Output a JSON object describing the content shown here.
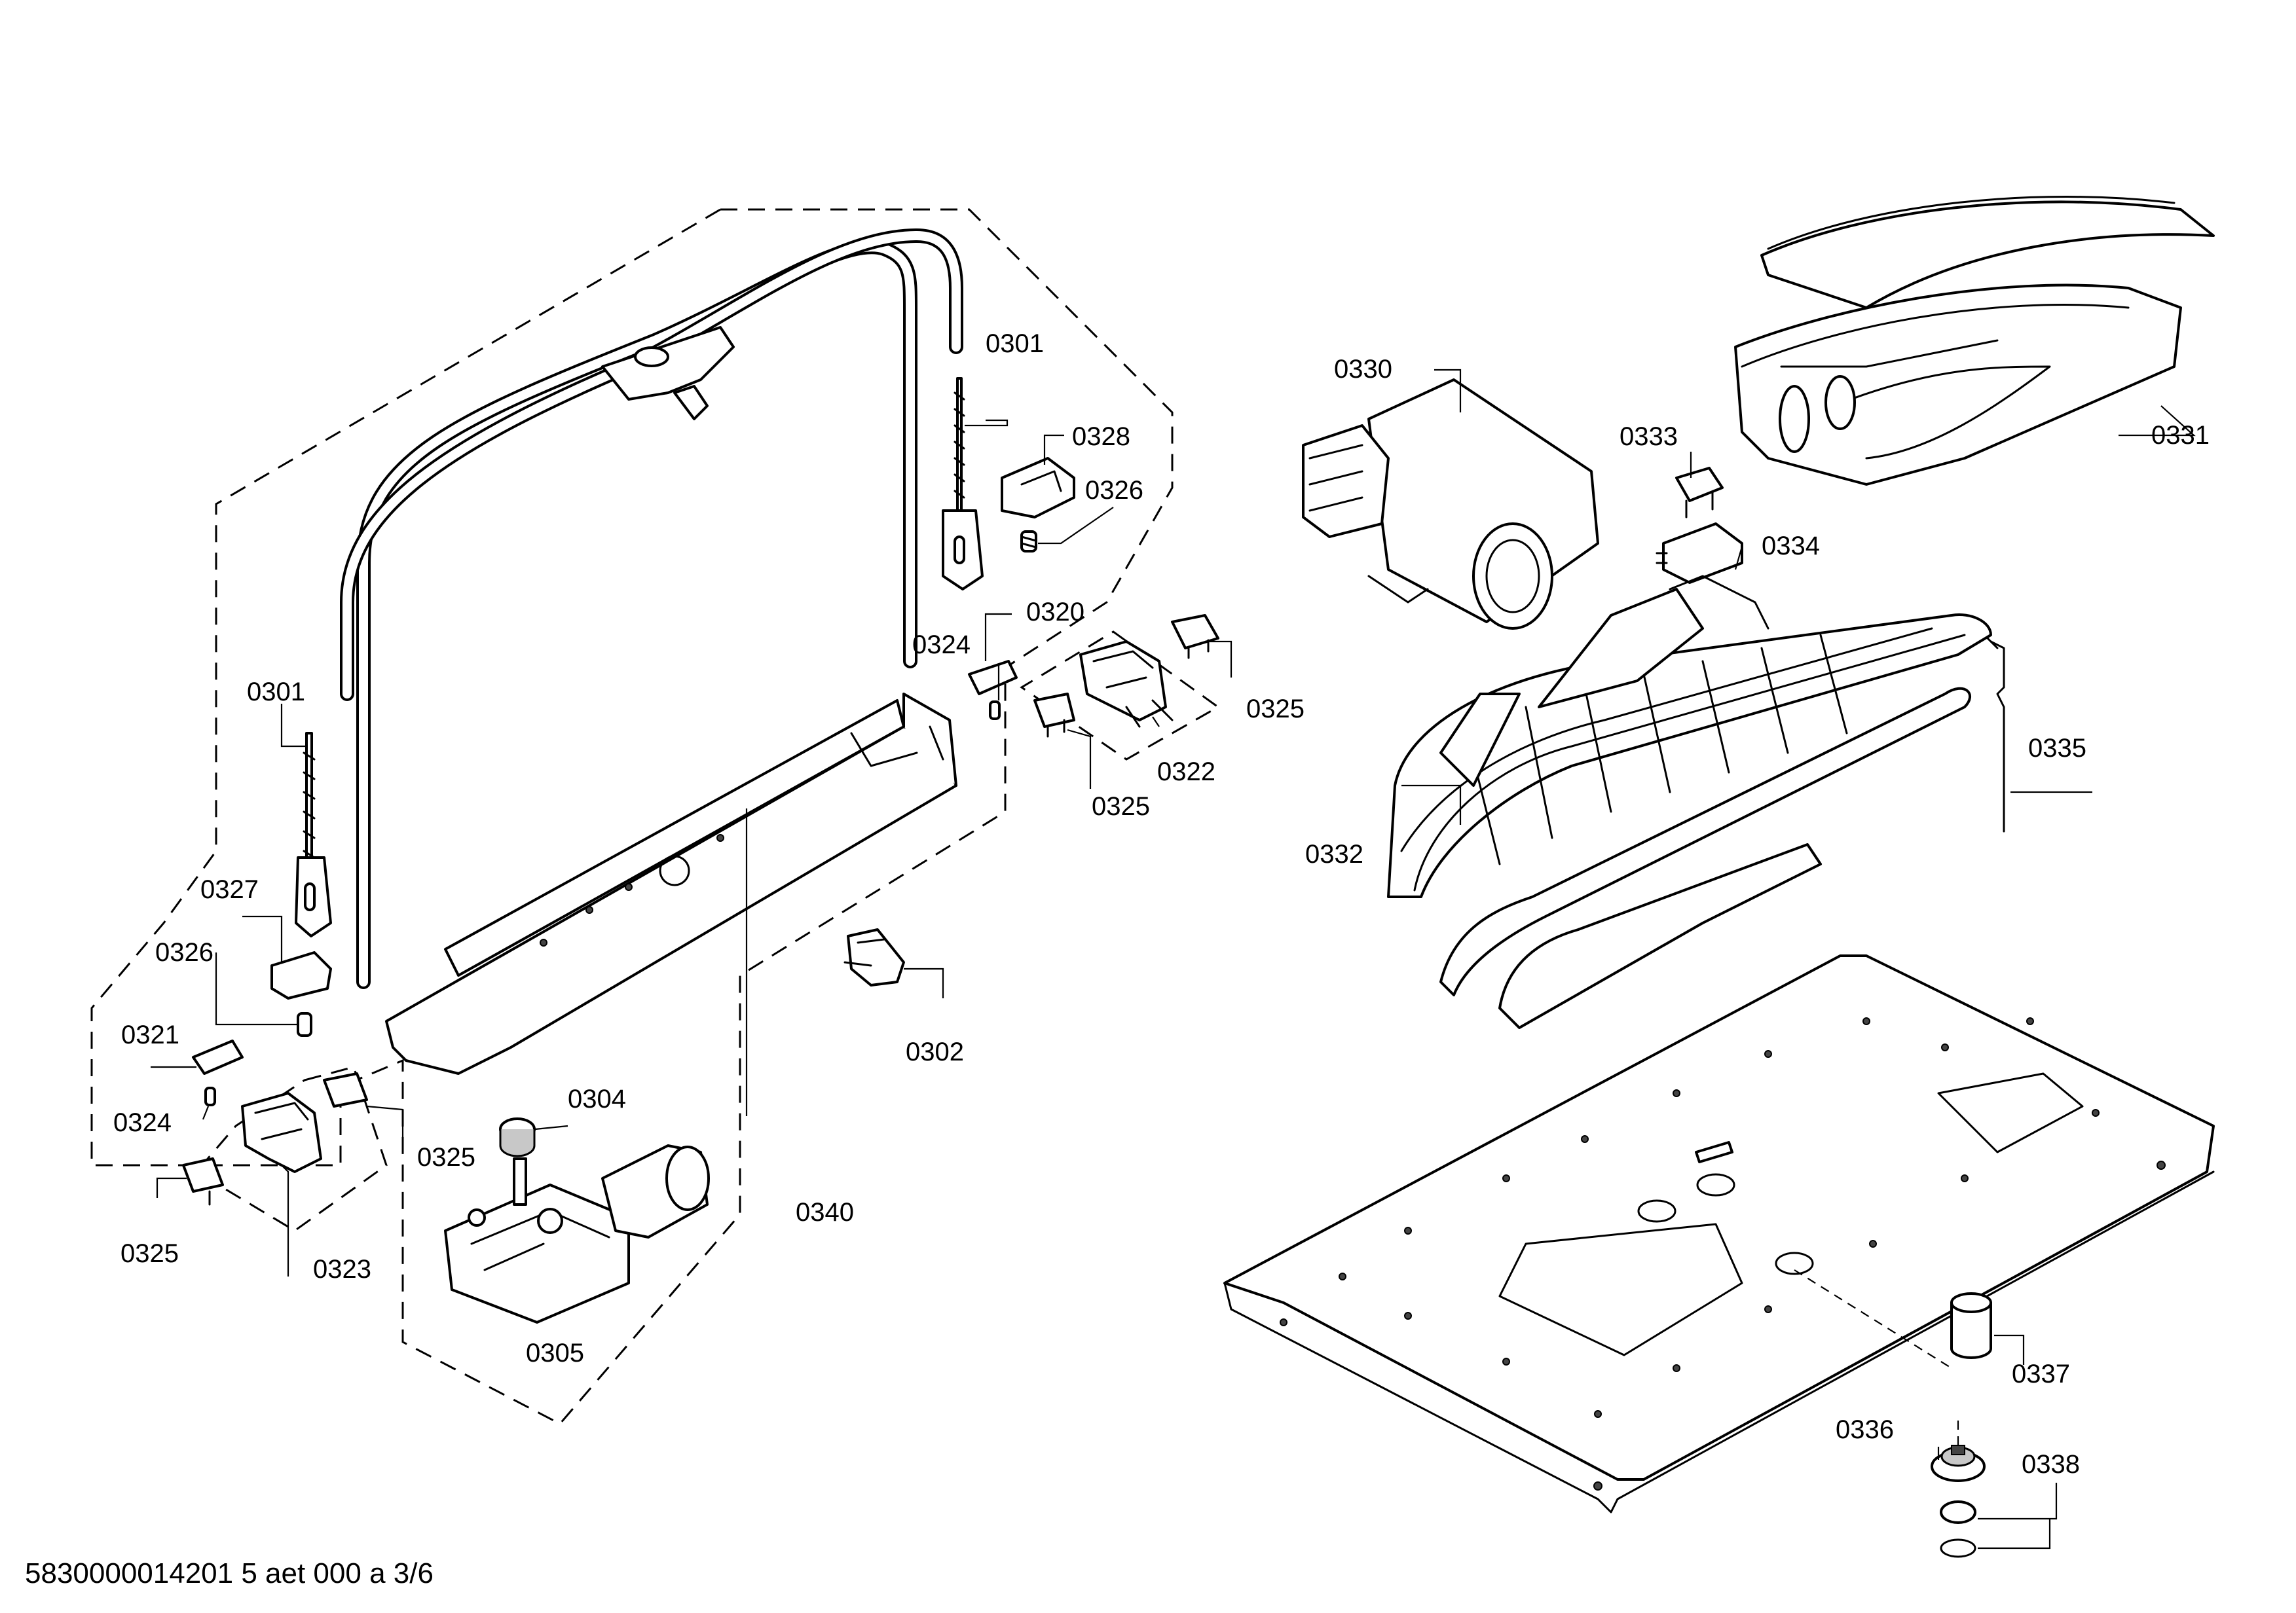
{
  "footer_text": "5830000014201 5 aet 000 a 3/6",
  "callouts": {
    "c0301_a": "0301",
    "c0328": "0328",
    "c0326_a": "0326",
    "c0320": "0320",
    "c0324_a": "0324",
    "c0325_a": "0325",
    "c0322": "0322",
    "c0325_b": "0325",
    "c0301_b": "0301",
    "c0327": "0327",
    "c0326_b": "0326",
    "c0321": "0321",
    "c0324_b": "0324",
    "c0325_c": "0325",
    "c0323": "0323",
    "c0325_d": "0325",
    "c0304": "0304",
    "c0305": "0305",
    "c0340": "0340",
    "c0302": "0302",
    "c0330": "0330",
    "c0331": "0331",
    "c0333": "0333",
    "c0334": "0334",
    "c0335": "0335",
    "c0332": "0332",
    "c0337": "0337",
    "c0336": "0336",
    "c0338": "0338"
  }
}
